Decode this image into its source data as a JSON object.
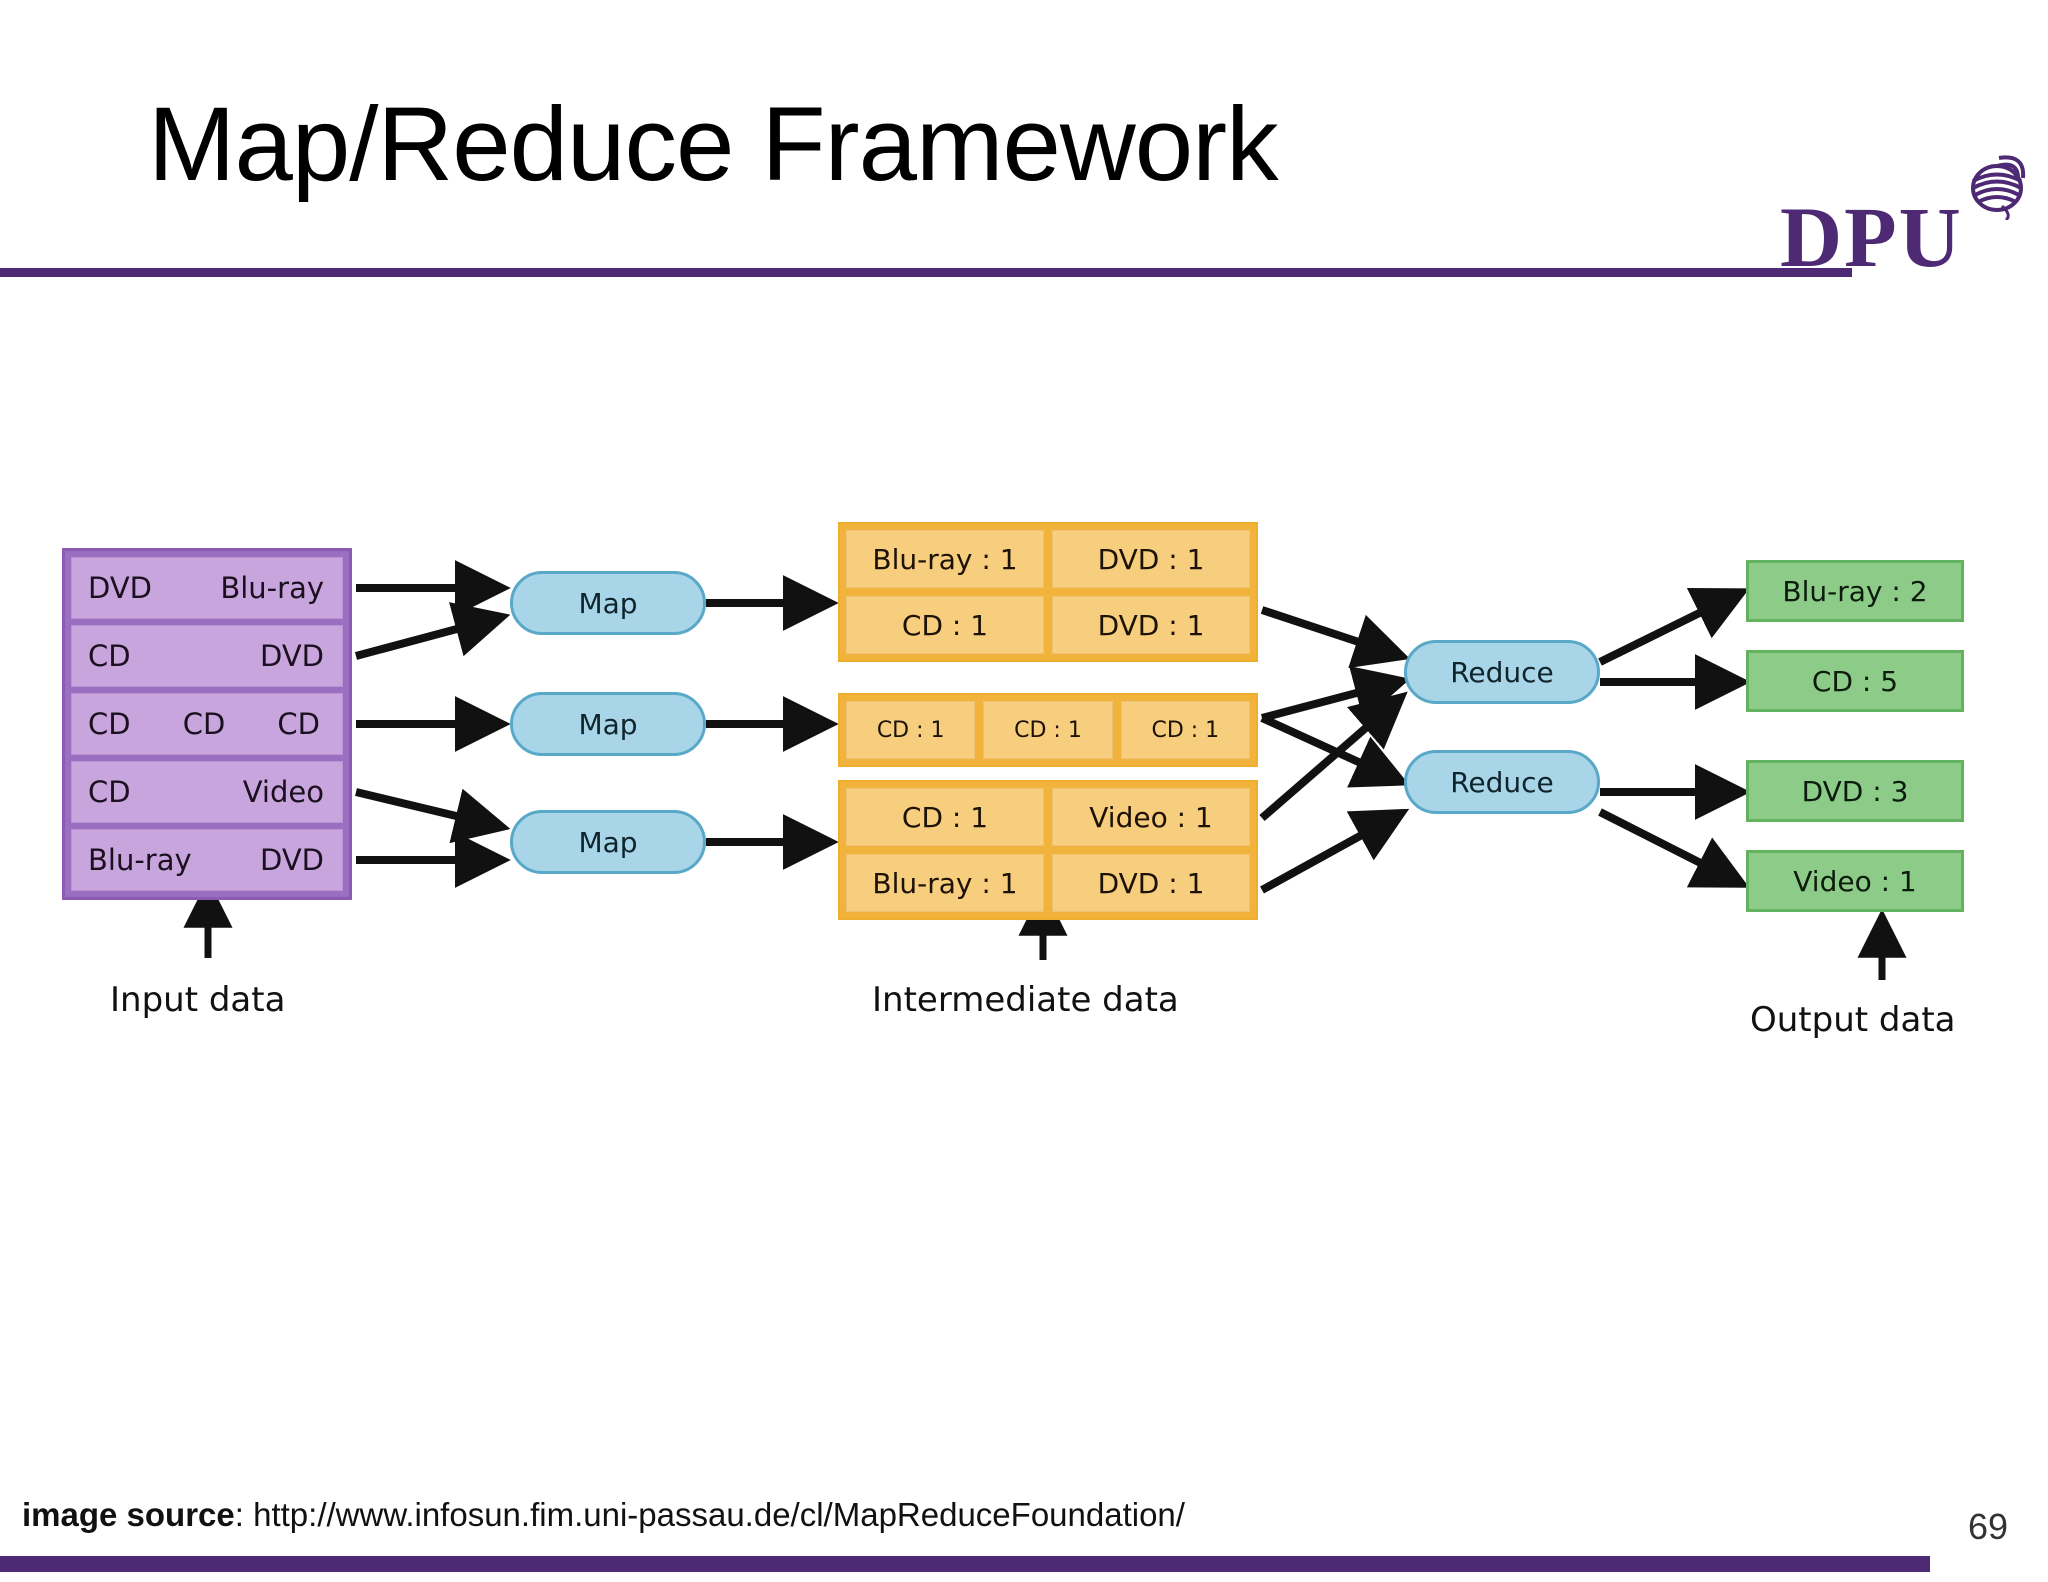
{
  "slide": {
    "title": "Map/Reduce Framework",
    "page_number": "69",
    "accent_color": "#4e2a74",
    "logo": {
      "wordmark": "DPU",
      "globe_icon": "globe-swirl-icon"
    },
    "footer": {
      "label": "image source",
      "separator": ": ",
      "url": "http://www.infosun.fim.uni-passau.de/cl/MapReduceFoundation/"
    }
  },
  "diagram": {
    "captions": {
      "input": "Input data",
      "intermediate": "Intermediate data",
      "output": "Output data"
    },
    "colors": {
      "input_fill": "#c9a5dd",
      "input_frame": "#9a6fc2",
      "node_fill": "#a8d5e8",
      "node_stroke": "#5aa8c8",
      "intermediate_fill": "#f7cd7e",
      "intermediate_frame": "#f2b33d",
      "output_fill": "#8ccc88",
      "output_stroke": "#63b25f",
      "arrow": "#111111"
    },
    "input_rows": [
      {
        "tokens": [
          "DVD",
          "Blu-ray"
        ]
      },
      {
        "tokens": [
          "CD",
          "DVD"
        ]
      },
      {
        "tokens": [
          "CD",
          "CD",
          "CD"
        ]
      },
      {
        "tokens": [
          "CD",
          "Video"
        ]
      },
      {
        "tokens": [
          "Blu-ray",
          "DVD"
        ]
      }
    ],
    "map_nodes": [
      {
        "label": "Map"
      },
      {
        "label": "Map"
      },
      {
        "label": "Map"
      }
    ],
    "reduce_nodes": [
      {
        "label": "Reduce"
      },
      {
        "label": "Reduce"
      }
    ],
    "intermediate_groups": [
      {
        "rows": [
          [
            "Blu-ray : 1",
            "DVD : 1"
          ],
          [
            "CD : 1",
            "DVD : 1"
          ]
        ]
      },
      {
        "rows": [
          [
            "CD : 1",
            "CD : 1",
            "CD : 1"
          ]
        ]
      },
      {
        "rows": [
          [
            "CD : 1",
            "Video : 1"
          ],
          [
            "Blu-ray : 1",
            "DVD : 1"
          ]
        ]
      }
    ],
    "output_boxes": [
      {
        "label": "Blu-ray : 2"
      },
      {
        "label": "CD : 5"
      },
      {
        "label": "DVD : 3"
      },
      {
        "label": "Video : 1"
      }
    ]
  }
}
